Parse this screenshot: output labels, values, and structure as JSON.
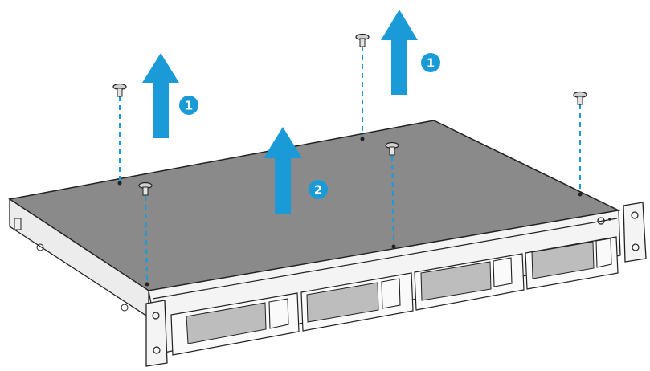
{
  "colors": {
    "arrow": "#1a9bd7",
    "badge": "#1a9bd7",
    "guide": "#1a9bd7",
    "lid": "#8a8a8a",
    "outline": "#222222"
  },
  "steps": [
    {
      "label": "1"
    },
    {
      "label": "1"
    },
    {
      "label": "2"
    }
  ],
  "icons": [
    "screw-icon",
    "up-arrow-icon",
    "step-badge-icon",
    "drive-tray-icon",
    "rack-ear-icon"
  ]
}
